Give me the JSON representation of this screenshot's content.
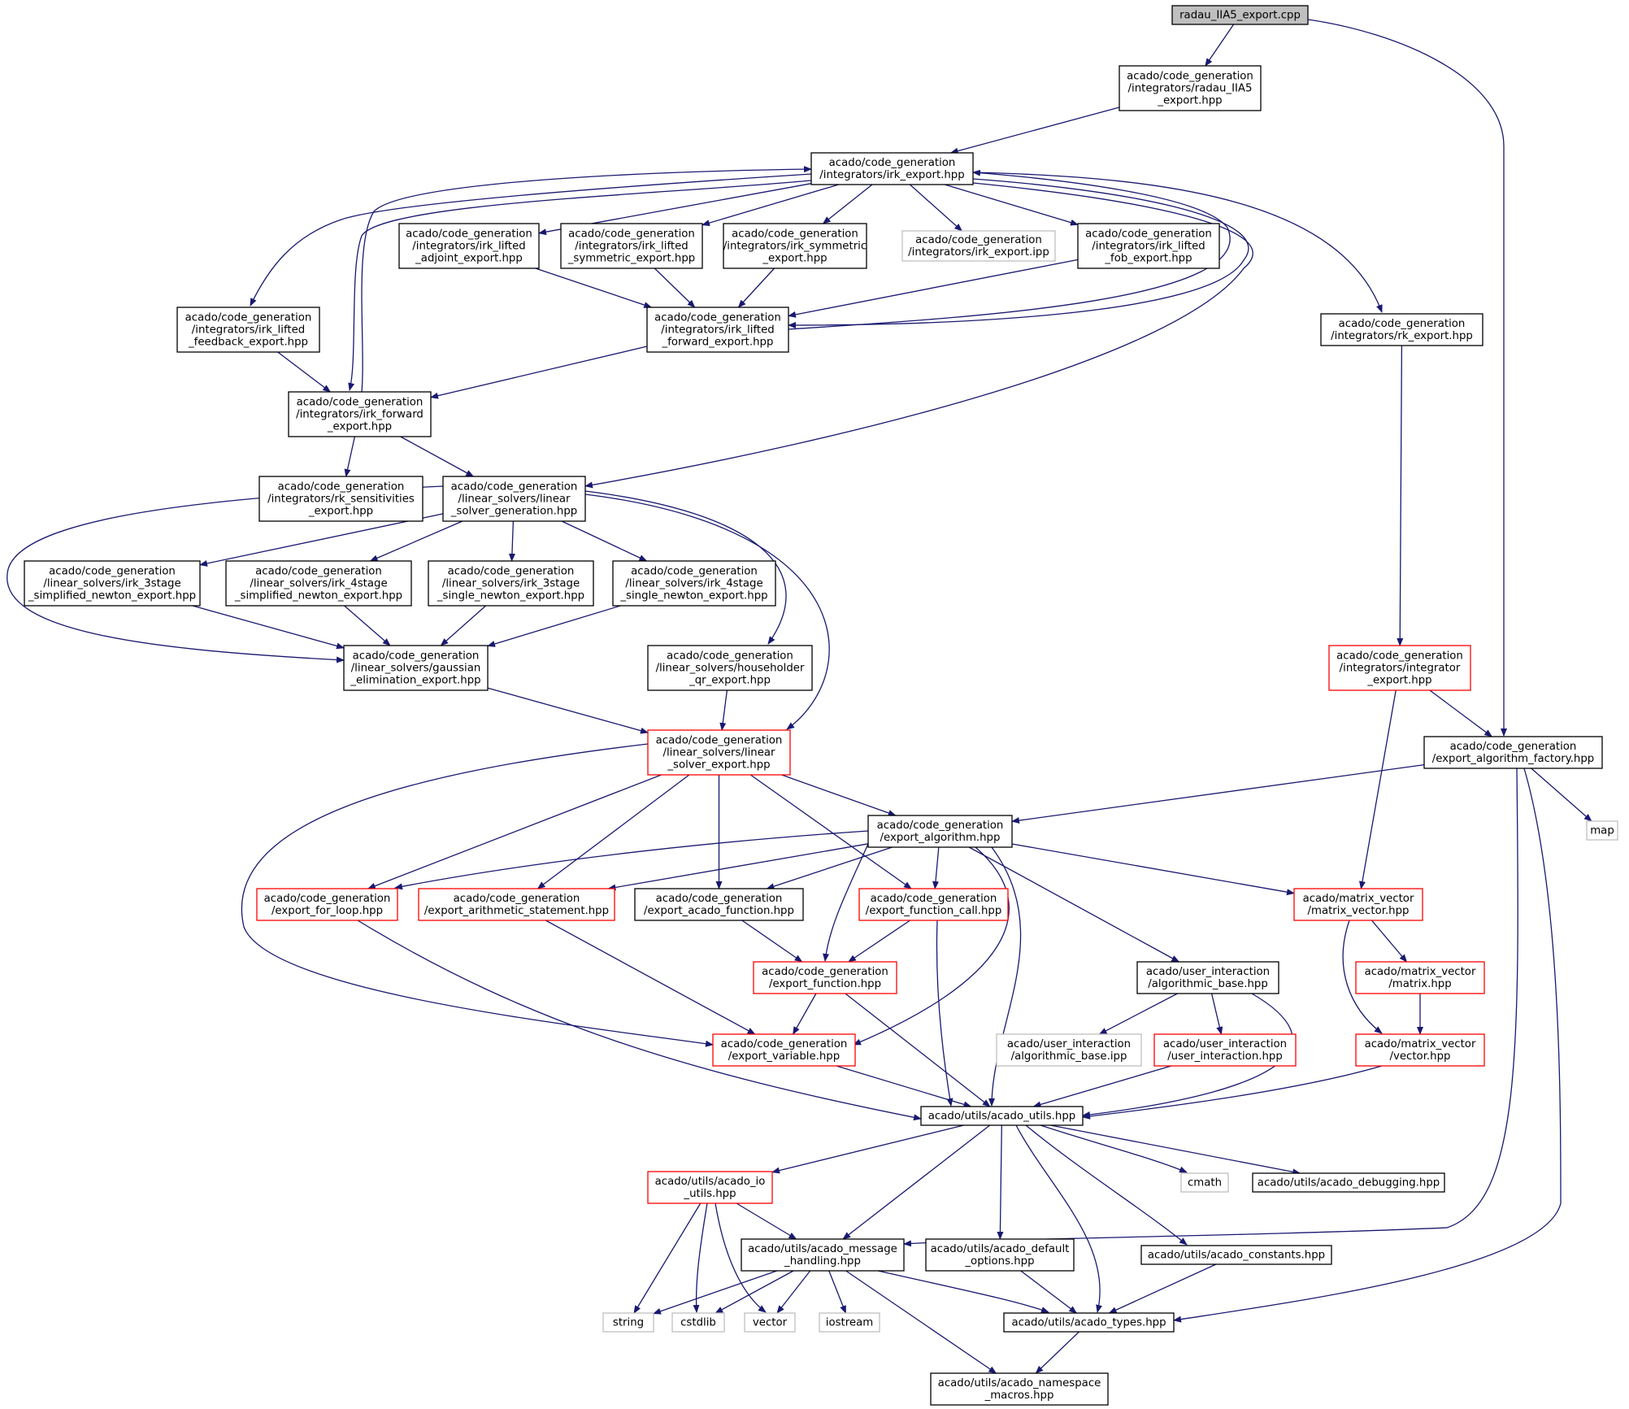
{
  "colors": {
    "edge": "#191970",
    "border_normal": "#000000",
    "border_missing": "#bfbfbf",
    "border_truncated": "#ff0000",
    "root_fill": "#bfbfbf",
    "fill": "#ffffff"
  },
  "nodes": [
    {
      "id": "root",
      "lines": [
        "radau_IIA5_export.cpp"
      ],
      "style": "root"
    },
    {
      "id": "radau_hpp",
      "lines": [
        "acado/code_generation",
        "/integrators/radau_IIA5",
        "_export.hpp"
      ],
      "style": "normal"
    },
    {
      "id": "irk_export",
      "lines": [
        "acado/code_generation",
        "/integrators/irk_export.hpp"
      ],
      "style": "normal"
    },
    {
      "id": "irk_lifted_adjoint",
      "lines": [
        "acado/code_generation",
        "/integrators/irk_lifted",
        "_adjoint_export.hpp"
      ],
      "style": "normal"
    },
    {
      "id": "irk_lifted_symmetric",
      "lines": [
        "acado/code_generation",
        "/integrators/irk_lifted",
        "_symmetric_export.hpp"
      ],
      "style": "normal"
    },
    {
      "id": "irk_symmetric",
      "lines": [
        "acado/code_generation",
        "/integrators/irk_symmetric",
        "_export.hpp"
      ],
      "style": "normal"
    },
    {
      "id": "irk_export_ipp",
      "lines": [
        "acado/code_generation",
        "/integrators/irk_export.ipp"
      ],
      "style": "missing"
    },
    {
      "id": "irk_lifted_fob",
      "lines": [
        "acado/code_generation",
        "/integrators/irk_lifted",
        "_fob_export.hpp"
      ],
      "style": "normal"
    },
    {
      "id": "irk_lifted_feedback",
      "lines": [
        "acado/code_generation",
        "/integrators/irk_lifted",
        "_feedback_export.hpp"
      ],
      "style": "normal"
    },
    {
      "id": "irk_lifted_forward",
      "lines": [
        "acado/code_generation",
        "/integrators/irk_lifted",
        "_forward_export.hpp"
      ],
      "style": "normal"
    },
    {
      "id": "rk_export",
      "lines": [
        "acado/code_generation",
        "/integrators/rk_export.hpp"
      ],
      "style": "normal"
    },
    {
      "id": "irk_forward",
      "lines": [
        "acado/code_generation",
        "/integrators/irk_forward",
        "_export.hpp"
      ],
      "style": "normal"
    },
    {
      "id": "rk_sensitivities",
      "lines": [
        "acado/code_generation",
        "/integrators/rk_sensitivities",
        "_export.hpp"
      ],
      "style": "normal"
    },
    {
      "id": "linear_solver_generation",
      "lines": [
        "acado/code_generation",
        "/linear_solvers/linear",
        "_solver_generation.hpp"
      ],
      "style": "normal"
    },
    {
      "id": "irk_3stage_simplified",
      "lines": [
        "acado/code_generation",
        "/linear_solvers/irk_3stage",
        "_simplified_newton_export.hpp"
      ],
      "style": "normal"
    },
    {
      "id": "irk_4stage_simplified",
      "lines": [
        "acado/code_generation",
        "/linear_solvers/irk_4stage",
        "_simplified_newton_export.hpp"
      ],
      "style": "normal"
    },
    {
      "id": "irk_3stage_single",
      "lines": [
        "acado/code_generation",
        "/linear_solvers/irk_3stage",
        "_single_newton_export.hpp"
      ],
      "style": "normal"
    },
    {
      "id": "irk_4stage_single",
      "lines": [
        "acado/code_generation",
        "/linear_solvers/irk_4stage",
        "_single_newton_export.hpp"
      ],
      "style": "normal"
    },
    {
      "id": "gaussian_elimination",
      "lines": [
        "acado/code_generation",
        "/linear_solvers/gaussian",
        "_elimination_export.hpp"
      ],
      "style": "normal"
    },
    {
      "id": "householder_qr",
      "lines": [
        "acado/code_generation",
        "/linear_solvers/householder",
        "_qr_export.hpp"
      ],
      "style": "normal"
    },
    {
      "id": "integrator_export",
      "lines": [
        "acado/code_generation",
        "/integrators/integrator",
        "_export.hpp"
      ],
      "style": "truncated"
    },
    {
      "id": "linear_solver_export",
      "lines": [
        "acado/code_generation",
        "/linear_solvers/linear",
        "_solver_export.hpp"
      ],
      "style": "truncated"
    },
    {
      "id": "export_algorithm_factory",
      "lines": [
        "acado/code_generation",
        "/export_algorithm_factory.hpp"
      ],
      "style": "normal"
    },
    {
      "id": "map",
      "lines": [
        "map"
      ],
      "style": "missing"
    },
    {
      "id": "export_algorithm",
      "lines": [
        "acado/code_generation",
        "/export_algorithm.hpp"
      ],
      "style": "normal"
    },
    {
      "id": "export_for_loop",
      "lines": [
        "acado/code_generation",
        "/export_for_loop.hpp"
      ],
      "style": "truncated"
    },
    {
      "id": "export_arithmetic_statement",
      "lines": [
        "acado/code_generation",
        "/export_arithmetic_statement.hpp"
      ],
      "style": "truncated"
    },
    {
      "id": "export_acado_function",
      "lines": [
        "acado/code_generation",
        "/export_acado_function.hpp"
      ],
      "style": "normal"
    },
    {
      "id": "export_function_call",
      "lines": [
        "acado/code_generation",
        "/export_function_call.hpp"
      ],
      "style": "truncated"
    },
    {
      "id": "matrix_vector_hpp",
      "lines": [
        "acado/matrix_vector",
        "/matrix_vector.hpp"
      ],
      "style": "truncated"
    },
    {
      "id": "export_function",
      "lines": [
        "acado/code_generation",
        "/export_function.hpp"
      ],
      "style": "truncated"
    },
    {
      "id": "algorithmic_base_hpp",
      "lines": [
        "acado/user_interaction",
        "/algorithmic_base.hpp"
      ],
      "style": "normal"
    },
    {
      "id": "matrix_hpp",
      "lines": [
        "acado/matrix_vector",
        "/matrix.hpp"
      ],
      "style": "truncated"
    },
    {
      "id": "export_variable",
      "lines": [
        "acado/code_generation",
        "/export_variable.hpp"
      ],
      "style": "truncated"
    },
    {
      "id": "algorithmic_base_ipp",
      "lines": [
        "acado/user_interaction",
        "/algorithmic_base.ipp"
      ],
      "style": "missing"
    },
    {
      "id": "user_interaction_hpp",
      "lines": [
        "acado/user_interaction",
        "/user_interaction.hpp"
      ],
      "style": "truncated"
    },
    {
      "id": "vector_hpp",
      "lines": [
        "acado/matrix_vector",
        "/vector.hpp"
      ],
      "style": "truncated"
    },
    {
      "id": "acado_utils",
      "lines": [
        "acado/utils/acado_utils.hpp"
      ],
      "style": "normal"
    },
    {
      "id": "acado_io_utils",
      "lines": [
        "acado/utils/acado_io",
        "_utils.hpp"
      ],
      "style": "truncated"
    },
    {
      "id": "cmath",
      "lines": [
        "cmath"
      ],
      "style": "missing"
    },
    {
      "id": "acado_debugging",
      "lines": [
        "acado/utils/acado_debugging.hpp"
      ],
      "style": "normal"
    },
    {
      "id": "acado_message_handling",
      "lines": [
        "acado/utils/acado_message",
        "_handling.hpp"
      ],
      "style": "normal"
    },
    {
      "id": "acado_default_options",
      "lines": [
        "acado/utils/acado_default",
        "_options.hpp"
      ],
      "style": "normal"
    },
    {
      "id": "acado_constants",
      "lines": [
        "acado/utils/acado_constants.hpp"
      ],
      "style": "normal"
    },
    {
      "id": "string",
      "lines": [
        "string"
      ],
      "style": "missing"
    },
    {
      "id": "cstdlib",
      "lines": [
        "cstdlib"
      ],
      "style": "missing"
    },
    {
      "id": "vector",
      "lines": [
        "vector"
      ],
      "style": "missing"
    },
    {
      "id": "iostream",
      "lines": [
        "iostream"
      ],
      "style": "missing"
    },
    {
      "id": "acado_types",
      "lines": [
        "acado/utils/acado_types.hpp"
      ],
      "style": "normal"
    },
    {
      "id": "acado_namespace_macros",
      "lines": [
        "acado/utils/acado_namespace",
        "_macros.hpp"
      ],
      "style": "normal"
    }
  ],
  "edges": [
    [
      "root",
      "radau_hpp"
    ],
    [
      "root",
      "export_algorithm_factory"
    ],
    [
      "radau_hpp",
      "irk_export"
    ],
    [
      "irk_export",
      "irk_lifted_adjoint"
    ],
    [
      "irk_export",
      "irk_lifted_symmetric"
    ],
    [
      "irk_export",
      "irk_symmetric"
    ],
    [
      "irk_export",
      "irk_export_ipp"
    ],
    [
      "irk_export",
      "irk_lifted_fob"
    ],
    [
      "irk_export",
      "irk_lifted_feedback"
    ],
    [
      "irk_export",
      "irk_forward"
    ],
    [
      "irk_export",
      "irk_lifted_forward"
    ],
    [
      "irk_export",
      "rk_export"
    ],
    [
      "irk_export",
      "linear_solver_generation"
    ],
    [
      "irk_lifted_adjoint",
      "irk_lifted_forward"
    ],
    [
      "irk_lifted_symmetric",
      "irk_lifted_forward"
    ],
    [
      "irk_symmetric",
      "irk_lifted_forward"
    ],
    [
      "irk_lifted_fob",
      "irk_lifted_forward"
    ],
    [
      "irk_lifted_feedback",
      "irk_forward"
    ],
    [
      "irk_lifted_forward",
      "irk_forward"
    ],
    [
      "irk_lifted_forward",
      "irk_export"
    ],
    [
      "irk_forward",
      "irk_export"
    ],
    [
      "irk_forward",
      "rk_sensitivities"
    ],
    [
      "irk_forward",
      "linear_solver_generation"
    ],
    [
      "rk_export",
      "integrator_export"
    ],
    [
      "linear_solver_generation",
      "irk_3stage_simplified"
    ],
    [
      "linear_solver_generation",
      "irk_4stage_simplified"
    ],
    [
      "linear_solver_generation",
      "irk_3stage_single"
    ],
    [
      "linear_solver_generation",
      "irk_4stage_single"
    ],
    [
      "linear_solver_generation",
      "gaussian_elimination"
    ],
    [
      "linear_solver_generation",
      "householder_qr"
    ],
    [
      "linear_solver_generation",
      "linear_solver_export"
    ],
    [
      "irk_3stage_simplified",
      "gaussian_elimination"
    ],
    [
      "irk_4stage_simplified",
      "gaussian_elimination"
    ],
    [
      "irk_3stage_single",
      "gaussian_elimination"
    ],
    [
      "irk_4stage_single",
      "gaussian_elimination"
    ],
    [
      "gaussian_elimination",
      "linear_solver_export"
    ],
    [
      "householder_qr",
      "linear_solver_export"
    ],
    [
      "integrator_export",
      "export_algorithm_factory"
    ],
    [
      "integrator_export",
      "matrix_vector_hpp"
    ],
    [
      "export_algorithm_factory",
      "export_algorithm"
    ],
    [
      "export_algorithm_factory",
      "map"
    ],
    [
      "export_algorithm_factory",
      "acado_message_handling"
    ],
    [
      "export_algorithm_factory",
      "acado_types"
    ],
    [
      "linear_solver_export",
      "export_algorithm"
    ],
    [
      "linear_solver_export",
      "export_for_loop"
    ],
    [
      "linear_solver_export",
      "export_arithmetic_statement"
    ],
    [
      "linear_solver_export",
      "export_acado_function"
    ],
    [
      "linear_solver_export",
      "export_function_call"
    ],
    [
      "linear_solver_export",
      "export_variable"
    ],
    [
      "export_algorithm",
      "export_for_loop"
    ],
    [
      "export_algorithm",
      "export_arithmetic_statement"
    ],
    [
      "export_algorithm",
      "export_acado_function"
    ],
    [
      "export_algorithm",
      "export_function_call"
    ],
    [
      "export_algorithm",
      "export_function"
    ],
    [
      "export_algorithm",
      "export_variable"
    ],
    [
      "export_algorithm",
      "algorithmic_base_hpp"
    ],
    [
      "export_algorithm",
      "matrix_vector_hpp"
    ],
    [
      "export_algorithm",
      "acado_utils"
    ],
    [
      "export_for_loop",
      "acado_utils"
    ],
    [
      "export_arithmetic_statement",
      "export_variable"
    ],
    [
      "export_acado_function",
      "export_function"
    ],
    [
      "export_function_call",
      "export_function"
    ],
    [
      "export_function_call",
      "acado_utils"
    ],
    [
      "export_function",
      "export_variable"
    ],
    [
      "export_function",
      "acado_utils"
    ],
    [
      "export_variable",
      "acado_utils"
    ],
    [
      "algorithmic_base_hpp",
      "algorithmic_base_ipp"
    ],
    [
      "algorithmic_base_hpp",
      "user_interaction_hpp"
    ],
    [
      "algorithmic_base_hpp",
      "acado_utils"
    ],
    [
      "user_interaction_hpp",
      "acado_utils"
    ],
    [
      "matrix_vector_hpp",
      "matrix_hpp"
    ],
    [
      "matrix_vector_hpp",
      "vector_hpp"
    ],
    [
      "matrix_hpp",
      "vector_hpp"
    ],
    [
      "vector_hpp",
      "acado_utils"
    ],
    [
      "acado_utils",
      "acado_io_utils"
    ],
    [
      "acado_utils",
      "acado_message_handling"
    ],
    [
      "acado_utils",
      "acado_default_options"
    ],
    [
      "acado_utils",
      "acado_types"
    ],
    [
      "acado_utils",
      "acado_constants"
    ],
    [
      "acado_utils",
      "cmath"
    ],
    [
      "acado_utils",
      "acado_debugging"
    ],
    [
      "acado_io_utils",
      "string"
    ],
    [
      "acado_io_utils",
      "cstdlib"
    ],
    [
      "acado_io_utils",
      "vector"
    ],
    [
      "acado_io_utils",
      "acado_message_handling"
    ],
    [
      "acado_message_handling",
      "string"
    ],
    [
      "acado_message_handling",
      "cstdlib"
    ],
    [
      "acado_message_handling",
      "vector"
    ],
    [
      "acado_message_handling",
      "iostream"
    ],
    [
      "acado_message_handling",
      "acado_types"
    ],
    [
      "acado_message_handling",
      "acado_namespace_macros"
    ],
    [
      "acado_default_options",
      "acado_types"
    ],
    [
      "acado_constants",
      "acado_types"
    ],
    [
      "acado_types",
      "acado_namespace_macros"
    ]
  ]
}
